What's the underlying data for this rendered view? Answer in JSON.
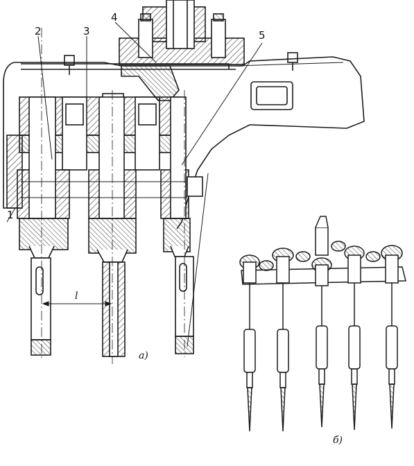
{
  "drawing": {
    "labels": {
      "l1": "1",
      "l2": "2",
      "l3": "3",
      "l4": "4",
      "l5": "5",
      "dim": "l",
      "caption_a": "a)",
      "caption_b": "б)"
    },
    "colors": {
      "ink": "#1a1a1a",
      "hatch": "#333333",
      "background": "#ffffff"
    },
    "views": {
      "a": {
        "spindle_count": 3
      },
      "b": {
        "spindle_count": 5
      }
    }
  }
}
